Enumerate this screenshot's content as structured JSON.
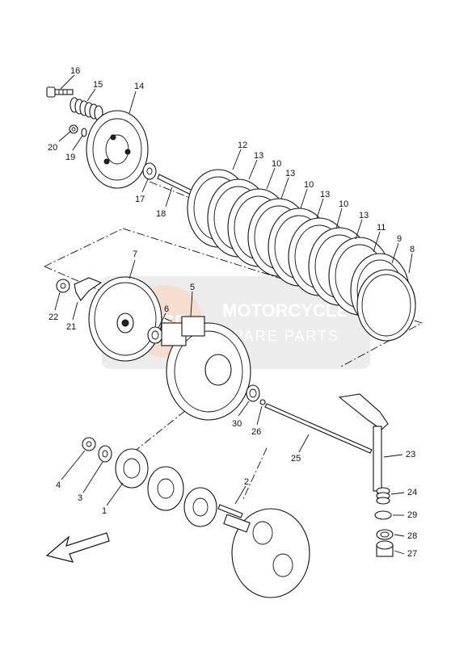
{
  "callouts": [
    {
      "id": "c16",
      "text": "16"
    },
    {
      "id": "c15",
      "text": "15"
    },
    {
      "id": "c14",
      "text": "14"
    },
    {
      "id": "c20",
      "text": "20"
    },
    {
      "id": "c19",
      "text": "19"
    },
    {
      "id": "c17",
      "text": "17"
    },
    {
      "id": "c18",
      "text": "18"
    },
    {
      "id": "c12",
      "text": "12"
    },
    {
      "id": "c13a",
      "text": "13"
    },
    {
      "id": "c10a",
      "text": "10"
    },
    {
      "id": "c13b",
      "text": "13"
    },
    {
      "id": "c10b",
      "text": "10"
    },
    {
      "id": "c13c",
      "text": "13"
    },
    {
      "id": "c10c",
      "text": "10"
    },
    {
      "id": "c13d",
      "text": "13"
    },
    {
      "id": "c11",
      "text": "11"
    },
    {
      "id": "c9",
      "text": "9"
    },
    {
      "id": "c8",
      "text": "8"
    },
    {
      "id": "c7",
      "text": "7"
    },
    {
      "id": "c5",
      "text": "5"
    },
    {
      "id": "c6",
      "text": "6"
    },
    {
      "id": "c22",
      "text": "22"
    },
    {
      "id": "c21",
      "text": "21"
    },
    {
      "id": "c30",
      "text": "30"
    },
    {
      "id": "c26",
      "text": "26"
    },
    {
      "id": "c25",
      "text": "25"
    },
    {
      "id": "c23",
      "text": "23"
    },
    {
      "id": "c4",
      "text": "4"
    },
    {
      "id": "c3",
      "text": "3"
    },
    {
      "id": "c1",
      "text": "1"
    },
    {
      "id": "c2",
      "text": "2"
    },
    {
      "id": "c24",
      "text": "24"
    },
    {
      "id": "c29",
      "text": "29"
    },
    {
      "id": "c28",
      "text": "28"
    },
    {
      "id": "c27",
      "text": "27"
    }
  ],
  "watermark": {
    "brand": "MOTORCYCLE",
    "sub": "SPARE PARTS",
    "logo": "MSP"
  }
}
